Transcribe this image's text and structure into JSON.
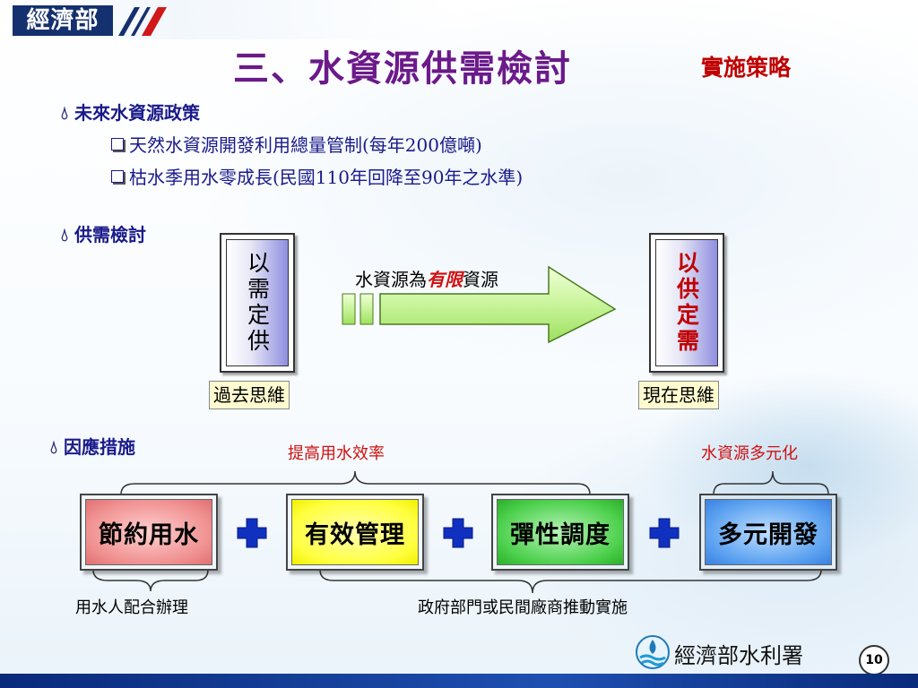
{
  "header": {
    "logo_text": "經濟部"
  },
  "title": "三、水資源供需檢討",
  "subtitle": "實施策略",
  "section1": {
    "heading": "未來水資源政策",
    "items": [
      "天然水資源開發利用總量管制(每年200億噸)",
      "枯水季用水零成長(民國110年回降至90年之水準)"
    ]
  },
  "section2": {
    "heading": "供需檢討",
    "left_box": "以需定供",
    "left_label": "過去思維",
    "right_box": "以供定需",
    "right_label": "現在思維",
    "arrow_text": {
      "pre": "水資源為",
      "emph": "有限",
      "post": "資源"
    }
  },
  "section3": {
    "heading": "因應措施",
    "brace_top_left": "提高用水效率",
    "brace_top_right": "水資源多元化",
    "boxes": [
      "節約用水",
      "有效管理",
      "彈性調度",
      "多元開發"
    ],
    "brace_bottom_left": "用水人配合辦理",
    "brace_bottom_right": "政府部門或民間廠商推動實施"
  },
  "footer": {
    "agency": "經濟部水利署",
    "page_number": "10"
  },
  "colors": {
    "title": "#6b1a8a",
    "heading": "#1a1a8a",
    "accent_red": "#c00000",
    "box_red": "#f08a8a",
    "box_yellow": "#ffff40",
    "box_green": "#3cc83c",
    "box_blue": "#4a90e8",
    "plus": "#1030c0",
    "arrow": "#b8f07a"
  },
  "icons": {
    "bullet": "droplet-icon",
    "checkbox": "checkbox-icon",
    "plus": "plus-icon",
    "agency_logo": "water-drop-logo-icon"
  }
}
